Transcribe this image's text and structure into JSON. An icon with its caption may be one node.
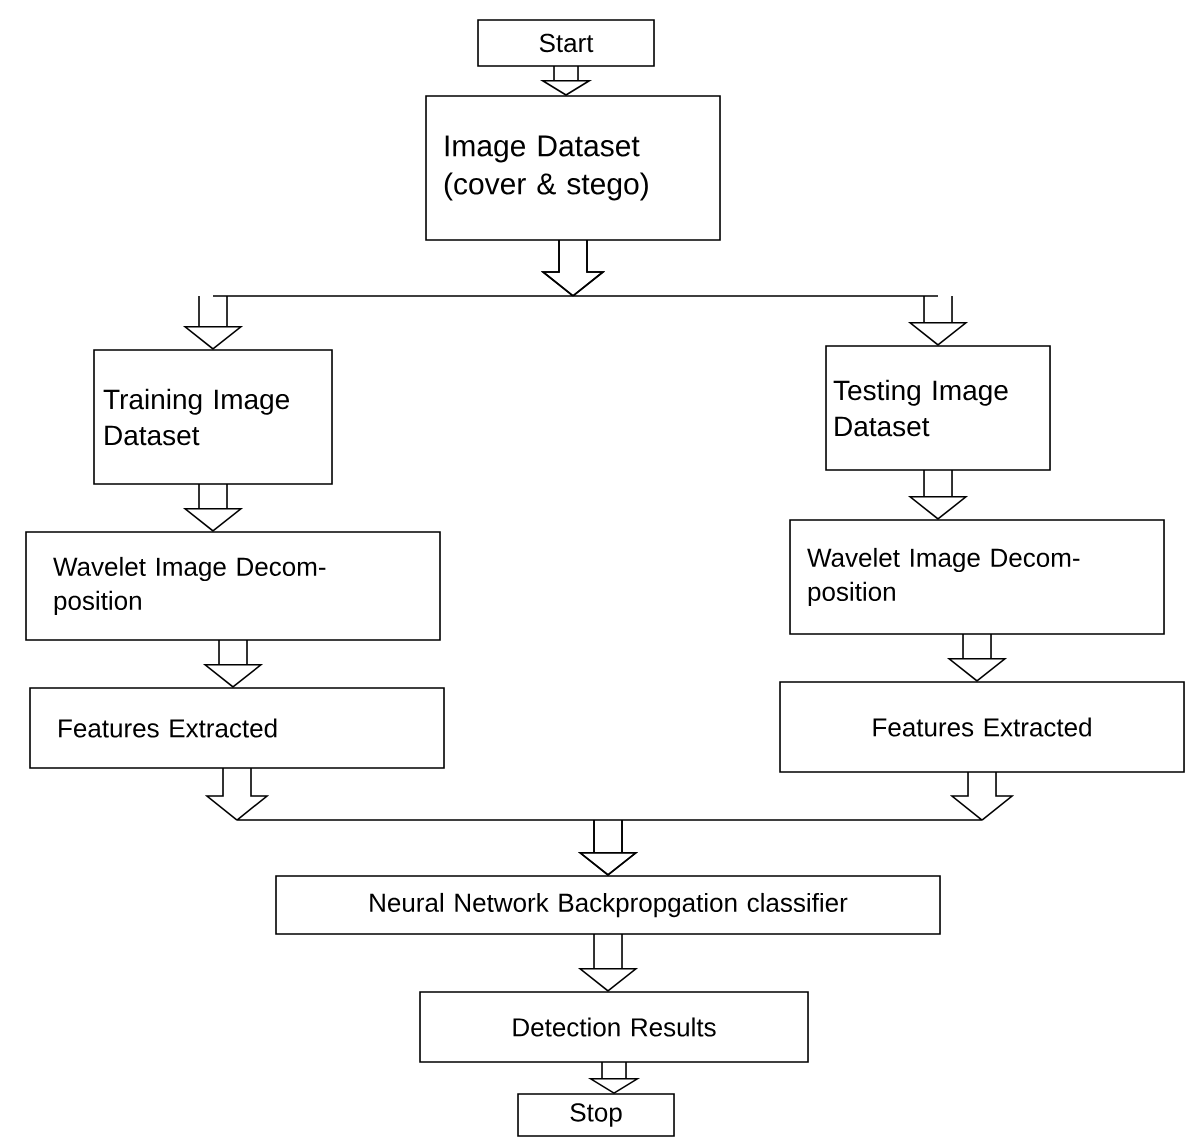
{
  "diagram": {
    "nodes": [
      {
        "text": [
          "Start"
        ]
      },
      {
        "text": [
          "Image Dataset (cover & stego)"
        ]
      },
      {
        "text": [
          "Training Image Dataset"
        ]
      },
      {
        "text": [
          "Testing Image Dataset"
        ]
      },
      {
        "text": [
          "Wavelet Image Decom-position"
        ]
      },
      {
        "text": [
          "Wavelet Image Decom-position"
        ]
      },
      {
        "text": [
          "Features Extracted"
        ]
      },
      {
        "text": [
          "Features Extracted"
        ]
      },
      {
        "text": [
          "Neural Network Backpropgation classifier"
        ]
      },
      {
        "text": [
          "Detection Results"
        ]
      },
      {
        "text": [
          "Stop"
        ]
      }
    ],
    "edges": [
      {
        "from": 0,
        "to": 1,
        "arrow": "to"
      },
      {
        "from": 1,
        "to": 2,
        "arrow": "to"
      },
      {
        "from": 1,
        "to": 3,
        "arrow": "to"
      },
      {
        "from": 2,
        "to": 4,
        "arrow": "to"
      },
      {
        "from": 3,
        "to": 5,
        "arrow": "to"
      },
      {
        "from": 4,
        "to": 6,
        "arrow": "to"
      },
      {
        "from": 5,
        "to": 7,
        "arrow": "to"
      },
      {
        "from": 6,
        "to": 8,
        "arrow": "to"
      },
      {
        "from": 7,
        "to": 8,
        "arrow": "to"
      },
      {
        "from": 8,
        "to": 9,
        "arrow": "to"
      },
      {
        "from": 9,
        "to": 10,
        "arrow": "to"
      }
    ]
  }
}
